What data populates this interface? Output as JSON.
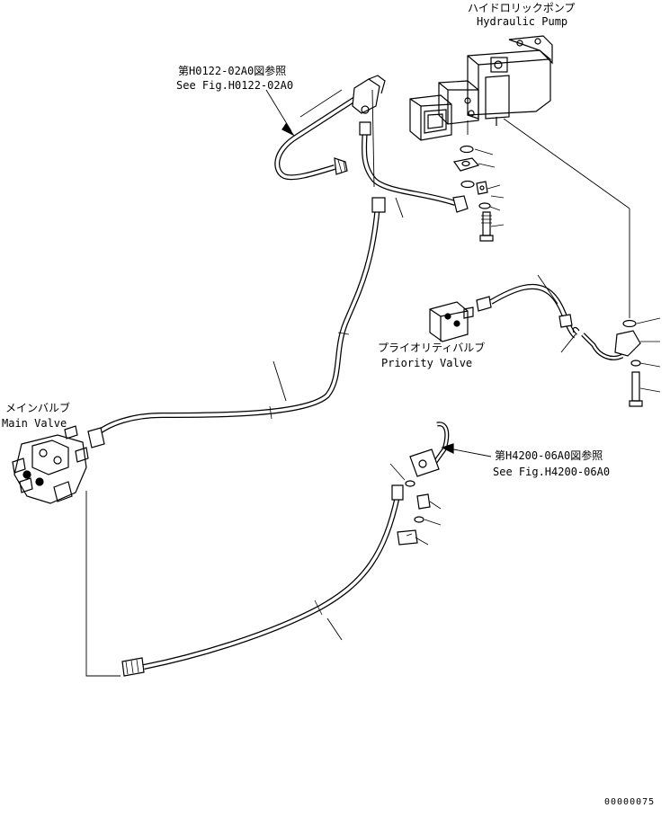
{
  "labels": {
    "hydraulic_pump_jp": "ハイドロリックポンプ",
    "hydraulic_pump_en": "Hydraulic Pump",
    "ref_top_jp": "第H0122-02A0図参照",
    "ref_top_en": "See Fig.H0122-02A0",
    "priority_valve_jp": "プライオリティバルブ",
    "priority_valve_en": "Priority Valve",
    "main_valve_jp": "メインバルブ",
    "main_valve_en": "Main Valve",
    "ref_bottom_jp": "第H4200-06A0図参照",
    "ref_bottom_en": "See Fig.H4200-06A0",
    "drawing_number": "00000075"
  }
}
